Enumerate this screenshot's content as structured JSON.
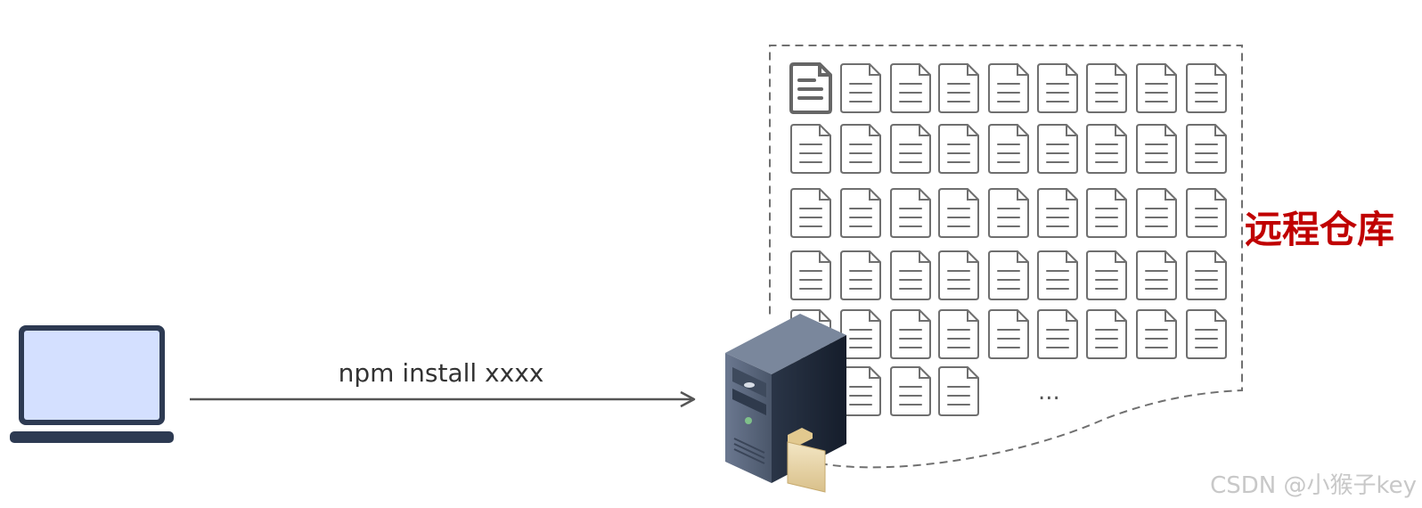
{
  "command": {
    "text": "npm install xxxx"
  },
  "repository": {
    "label": "远程仓库",
    "label_color": "#c00000",
    "more_indicator": "..."
  },
  "watermark": {
    "text": "CSDN @小猴子key"
  },
  "files": {
    "rows": [
      9,
      9,
      9,
      9,
      9,
      4
    ]
  },
  "colors": {
    "laptop_frame": "#2d3a52",
    "laptop_screen": "#d4e0ff",
    "arrow": "#555555",
    "file_outline": "#6f6f6f",
    "file_outline_highlight": "#666666",
    "dashed_border": "#707070",
    "server_front": "#566378",
    "server_side": "#1f2a3c",
    "server_top": "#7a879c",
    "folder": "#e8d4a8"
  },
  "icons": [
    "laptop-icon",
    "server-icon",
    "folder-icon",
    "file-icon"
  ]
}
